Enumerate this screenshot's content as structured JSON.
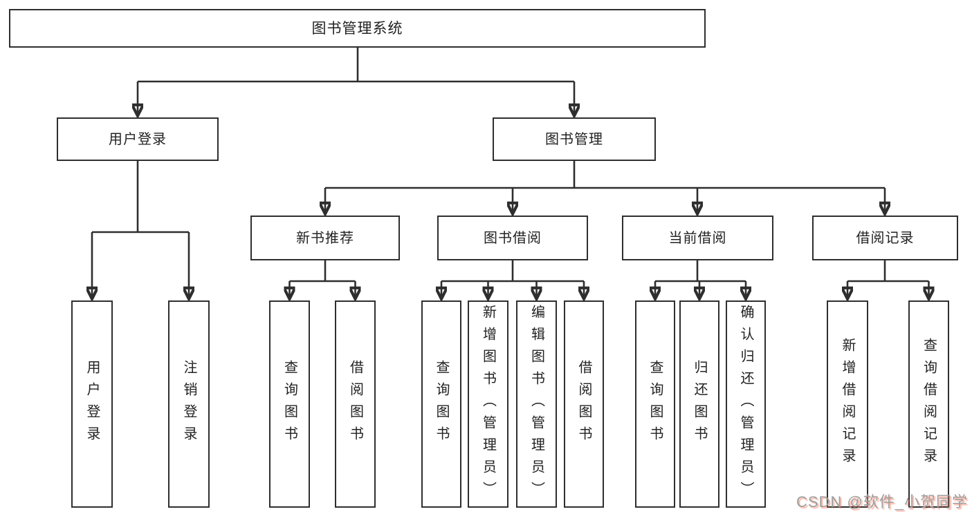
{
  "tree": {
    "label": "图书管理系统",
    "children": [
      {
        "label": "用户登录",
        "children": [
          {
            "label": "用户登录"
          },
          {
            "label": "注销登录"
          }
        ]
      },
      {
        "label": "图书管理",
        "children": [
          {
            "label": "新书推荐",
            "children": [
              {
                "label": "查询图书"
              },
              {
                "label": "借阅图书"
              }
            ]
          },
          {
            "label": "图书借阅",
            "children": [
              {
                "label": "查询图书"
              },
              {
                "label": "新增图书（管理员）"
              },
              {
                "label": "编辑图书（管理员）"
              },
              {
                "label": "借阅图书"
              }
            ]
          },
          {
            "label": "当前借阅",
            "children": [
              {
                "label": "查询图书"
              },
              {
                "label": "归还图书"
              },
              {
                "label": "确认归还（管理员）"
              }
            ]
          },
          {
            "label": "借阅记录",
            "children": [
              {
                "label": "新增借阅记录"
              },
              {
                "label": "查询借阅记录"
              }
            ]
          }
        ]
      }
    ]
  },
  "watermark": {
    "text": "CSDN @软件_小贺同学"
  },
  "colors": {
    "background": "#ffffff",
    "line": "#2e2e2e",
    "box_border": "#2e2e2e",
    "box_fill": "#ffffff",
    "text": "#222222",
    "watermark_gray": "#9e9e9e",
    "watermark_red": "#fc5531"
  }
}
